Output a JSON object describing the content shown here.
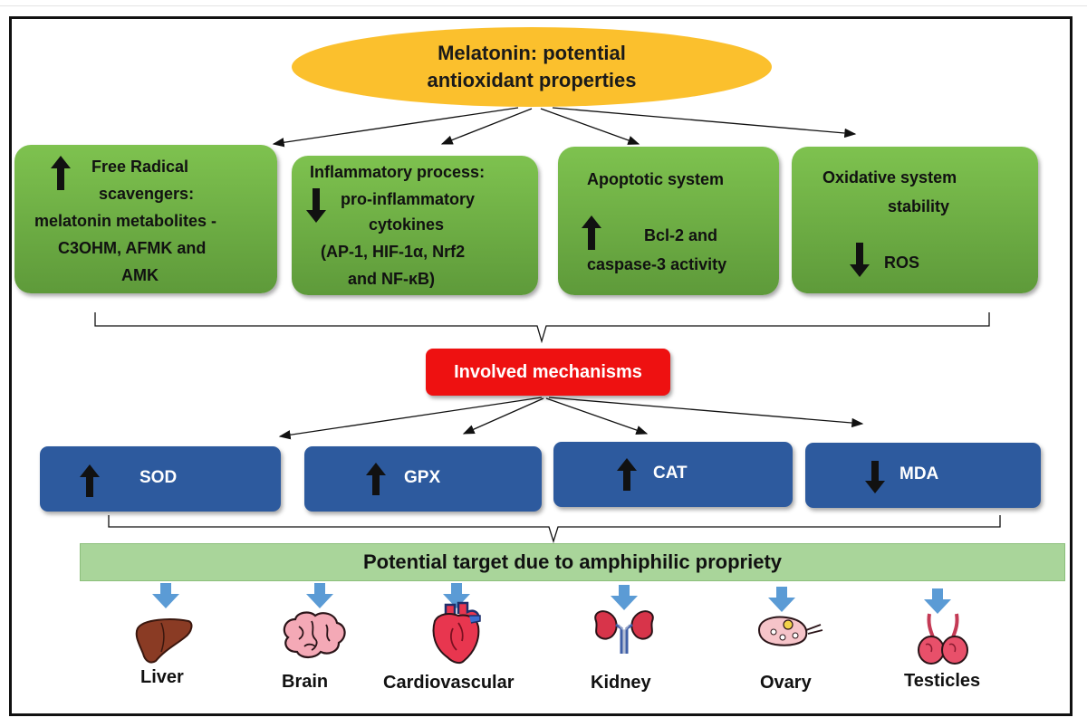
{
  "title": "Melatonin: potential\nantioxidant properties",
  "properties": [
    {
      "arrow": "up",
      "lines": [
        "Free Radical",
        "scavengers:",
        "melatonin metabolites -",
        "C3OHM,  AFMK and",
        "AMK"
      ]
    },
    {
      "arrow": "down",
      "lines": [
        "Inflammatory process:",
        "pro-inflammatory",
        "cytokines",
        "(AP-1, HIF-1α, Nrf2",
        "and NF-κB)"
      ]
    },
    {
      "arrow": "up",
      "lines": [
        "Apoptotic system",
        "Bcl-2 and",
        "caspase-3 activity"
      ]
    },
    {
      "arrow": "down",
      "lines": [
        "Oxidative system",
        "stability",
        "ROS"
      ]
    }
  ],
  "mechanisms_label": "Involved mechanisms",
  "markers": [
    {
      "arrow": "up",
      "label": "SOD"
    },
    {
      "arrow": "up",
      "label": "GPX"
    },
    {
      "arrow": "up",
      "label": "CAT"
    },
    {
      "arrow": "down",
      "label": "MDA"
    }
  ],
  "target_label": "Potential target due to amphiphilic propriety",
  "organs": [
    {
      "label": "Liver",
      "icon": "liver-icon"
    },
    {
      "label": "Brain",
      "icon": "brain-icon"
    },
    {
      "label": "Cardiovascular",
      "icon": "heart-icon"
    },
    {
      "label": "Kidney",
      "icon": "kidney-icon"
    },
    {
      "label": "Ovary",
      "icon": "ovary-icon"
    },
    {
      "label": "Testicles",
      "icon": "testicles-icon"
    }
  ],
  "colors": {
    "title_fill": "#fbc02d",
    "property_fill": "#6aab44",
    "mechanism_fill": "#ee1111",
    "marker_fill": "#2d5a9e",
    "target_fill": "#a9d59a",
    "down_arrow": "#5b9bd5"
  }
}
